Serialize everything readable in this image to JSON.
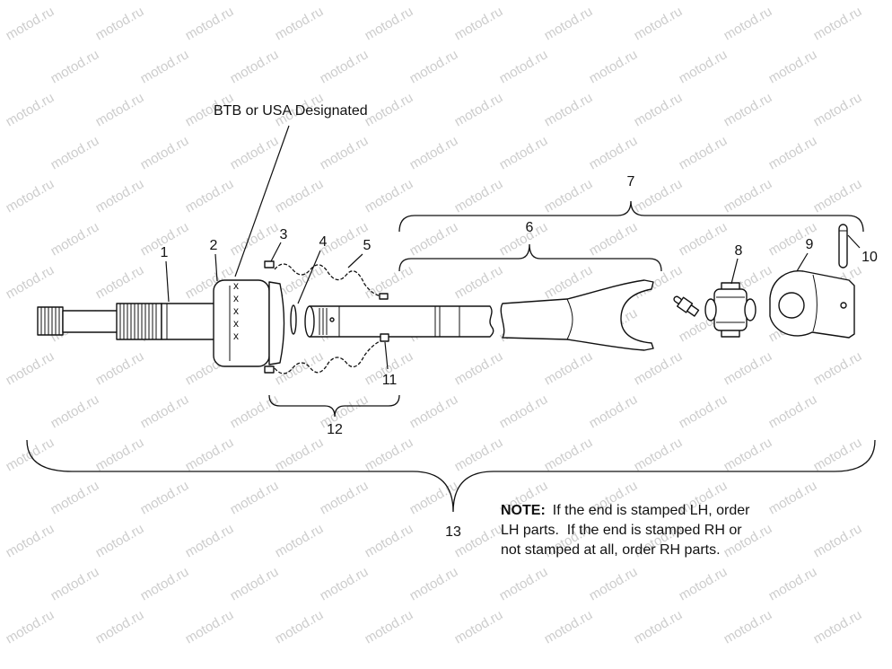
{
  "designation_label": "BTB or USA Designated",
  "designation_marks": [
    "x",
    "x",
    "x",
    "x",
    "x"
  ],
  "callouts": [
    "1",
    "2",
    "3",
    "4",
    "5",
    "6",
    "7",
    "8",
    "9",
    "10",
    "11",
    "12",
    "13"
  ],
  "note": {
    "heading": "NOTE:",
    "lines": [
      "If the end is stamped LH, order",
      "LH parts.  If the end is stamped RH or",
      "not stamped at all, order RH parts."
    ]
  },
  "watermark": "motod.ru"
}
